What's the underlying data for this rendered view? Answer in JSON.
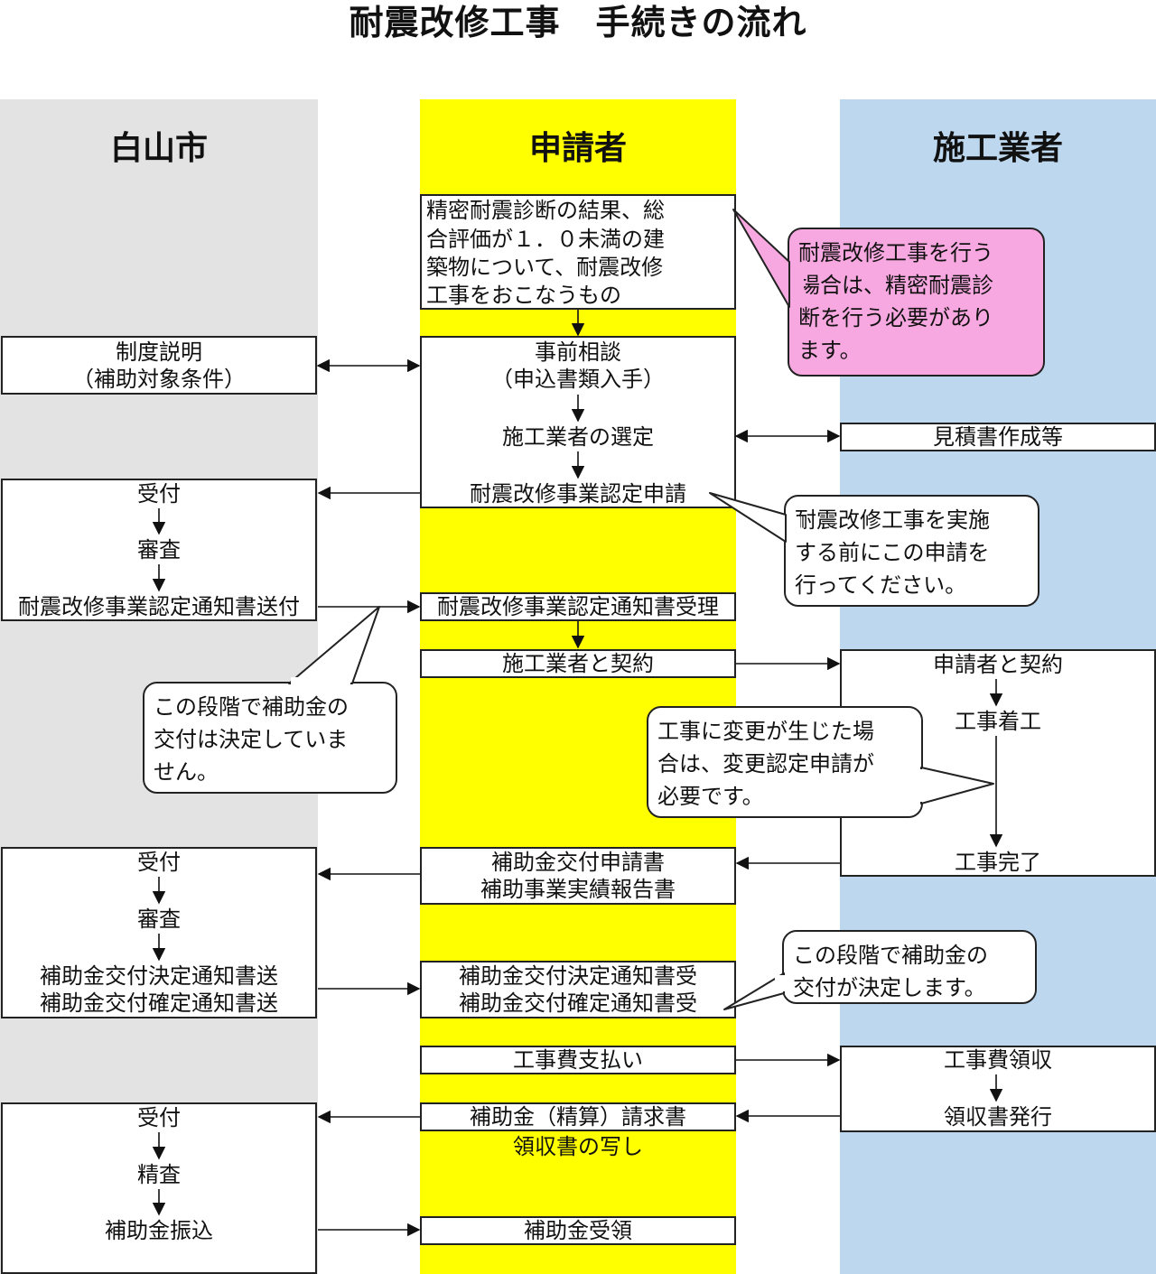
{
  "title": "耐震改修工事　手続きの流れ",
  "lanes": {
    "city": "白山市",
    "applicant": "申請者",
    "contractor": "施工業者"
  },
  "applicant": {
    "target_lines": [
      "精密耐震診断の結果、総",
      "合評価が１．０未満の建",
      "築物について、耐震改修",
      "工事をおこなうもの"
    ],
    "consult": "事前相談",
    "consult_sub": "（申込書類入手）",
    "select_contractor": "施工業者の選定",
    "cert_application": "耐震改修事業認定申請",
    "cert_notice_received": "耐震改修事業認定通知書受理",
    "contract": "施工業者と契約",
    "grant_application_1": "補助金交付申請書",
    "grant_application_2": "補助事業実績報告書",
    "decision_received_1": "補助金交付決定通知書受",
    "decision_received_2": "補助金交付確定通知書受",
    "payment": "工事費支払い",
    "claim": "補助金（精算）請求書",
    "receipt_copy": "領収書の写し",
    "grant_received": "補助金受領"
  },
  "city": {
    "explain": "制度説明",
    "explain_sub": "（補助対象条件）",
    "step1_accept": "受付",
    "step1_review": "審査",
    "step1_notice": "耐震改修事業認定通知書送付",
    "step2_accept": "受付",
    "step2_review": "審査",
    "step2_notice_1": "補助金交付決定通知書送",
    "step2_notice_2": "補助金交付確定通知書送",
    "step3_accept": "受付",
    "step3_check": "精査",
    "step3_transfer": "補助金振込"
  },
  "contractor": {
    "estimate": "見積書作成等",
    "contract": "申請者と契約",
    "start": "工事着工",
    "complete": "工事完了",
    "fee_received": "工事費領収",
    "receipt_issue": "領収書発行"
  },
  "notes": {
    "diagnosis": [
      "耐震改修工事を行う",
      "場合は、精密耐震診",
      "断を行う必要があり",
      "ます。"
    ],
    "before_work": [
      "耐震改修工事を実施",
      "する前にこの申請を",
      "行ってください。"
    ],
    "not_decided": [
      "この段階で補助金の",
      "交付は決定していま",
      "せん。"
    ],
    "change": [
      "工事に変更が生じた場",
      "合は、変更認定申請が",
      "必要です。"
    ],
    "decided": [
      "この段階で補助金の",
      "交付が決定します。"
    ]
  },
  "colors": {
    "city_lane": "#e3e3e3",
    "applicant_lane": "#ffff00",
    "contractor_lane": "#bdd7ee",
    "diagnosis_note": "#f8a8e0",
    "receipt_copy_text": "#1a1a1a"
  }
}
